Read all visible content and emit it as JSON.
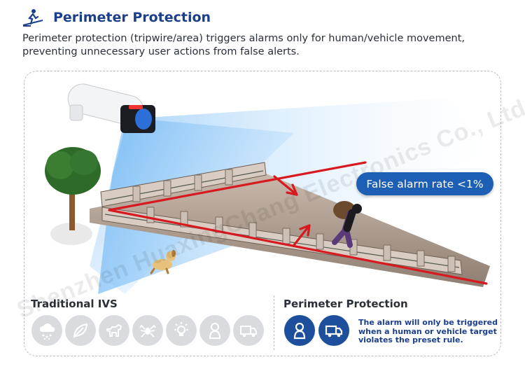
{
  "header": {
    "icon": "tripwire-person-icon",
    "title": "Perimeter Protection",
    "description": "Perimeter protection (tripwire/area) triggers alarms only for human/vehicle movement, preventing unnecessary user actions from false alerts."
  },
  "scene": {
    "badge_text": "False alarm rate <1%",
    "elements": [
      "bullet-camera",
      "detection-beam",
      "tree",
      "bridge-railing",
      "intruder",
      "dog",
      "tripwire-lines"
    ]
  },
  "comparison": {
    "traditional": {
      "label": "Traditional IVS",
      "icons": [
        "rain-snow-icon",
        "leaf-icon",
        "dog-icon",
        "spider-icon",
        "light-bulb-icon",
        "person-icon",
        "truck-icon"
      ]
    },
    "perimeter": {
      "label": "Perimeter Protection",
      "icons": [
        "person-icon",
        "truck-icon"
      ],
      "note": "The alarm will only be triggered when a human or vehicle target violates the preset rule."
    }
  },
  "watermark": "Shenzhen HuaxingChang Electronics Co., Ltd.",
  "colors": {
    "brand_blue": "#1c3f8c",
    "badge_blue": "#1d5fb5",
    "alarm_red": "#d71920"
  }
}
